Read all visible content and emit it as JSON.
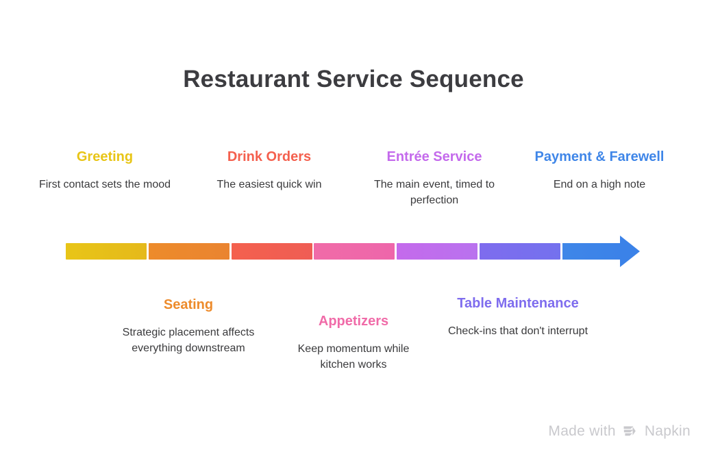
{
  "title": "Restaurant Service Sequence",
  "watermark": {
    "prefix": "Made with",
    "brand": "Napkin",
    "logo_icon": "napkin-logo-icon"
  },
  "colors": {
    "title": "#3c3c40",
    "description": "#3a3a3c",
    "background": "#ffffff",
    "watermark": "#c9c9cd"
  },
  "chart_data": {
    "type": "timeline",
    "title": "Restaurant Service Sequence",
    "orientation": "horizontal",
    "arrow_direction": "right",
    "segment_count": 7,
    "steps": [
      {
        "index": 1,
        "label": "Greeting",
        "description": "First contact sets the mood",
        "color": "#E8C517",
        "color_end": "#E5B91B",
        "position": "above"
      },
      {
        "index": 2,
        "label": "Seating",
        "description": "Strategic placement affects everything downstream",
        "color": "#ED8B2B",
        "color_end": "#EA8430",
        "position": "below"
      },
      {
        "index": 3,
        "label": "Drink Orders",
        "description": "The easiest quick win",
        "color": "#F4604E",
        "color_end": "#EF5D54",
        "position": "above"
      },
      {
        "index": 4,
        "label": "Appetizers",
        "description": "Keep momentum while kitchen works",
        "color": "#F06BA8",
        "color_end": "#EE66AA",
        "position": "below"
      },
      {
        "index": 5,
        "label": "Entrée Service",
        "description": "The main event, timed to perfection",
        "color": "#C46AEC",
        "color_end": "#B972EE",
        "position": "above"
      },
      {
        "index": 6,
        "label": "Table Maintenance",
        "description": "Check-ins that don't interrupt",
        "color": "#7E6CEE",
        "color_end": "#7471EE",
        "position": "below"
      },
      {
        "index": 7,
        "label": "Payment & Farewell",
        "description": "End on a high note",
        "color": "#3F86E8",
        "color_end": "#3B82E8",
        "position": "above"
      }
    ]
  }
}
